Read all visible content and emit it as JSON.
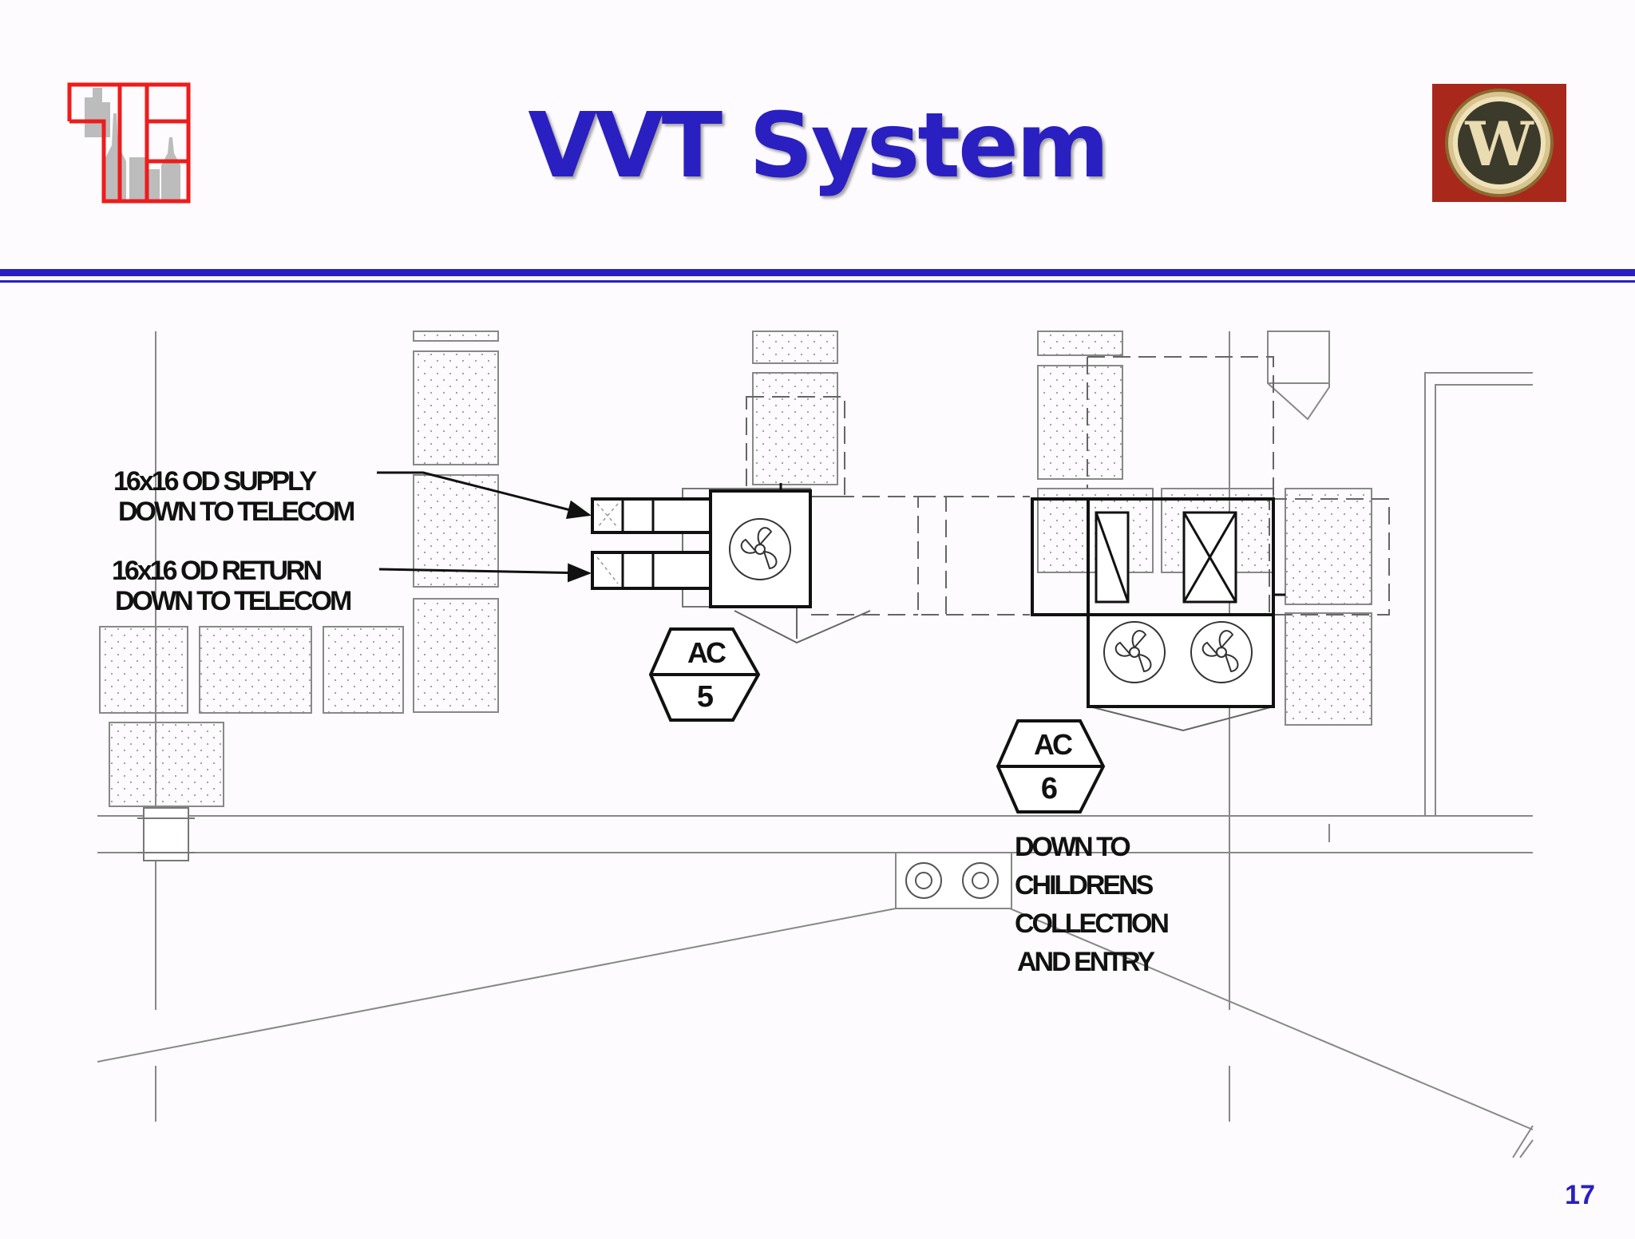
{
  "slide": {
    "title": "VVT System",
    "page_number": "17"
  },
  "colors": {
    "title": "#2a1fc0",
    "rule": "#2a1fc0",
    "left_logo_outline": "#ee1c1c",
    "right_logo_background": "#a8281c",
    "right_logo_medallion": "#c8b27a"
  },
  "logos": {
    "left": {
      "icon": "skyline-grid-logo"
    },
    "right": {
      "icon": "w-medallion-logo",
      "text": "W"
    }
  },
  "diagram": {
    "callouts": {
      "supply": [
        "16x16 OD SUPPLY",
        "DOWN TO TELECOM"
      ],
      "return": [
        "16x16 OD RETURN",
        "DOWN TO TELECOM"
      ],
      "ac6_note": [
        "DOWN TO",
        "CHILDRENS",
        "COLLECTION",
        "AND ENTRY"
      ]
    },
    "tags": [
      {
        "top": "AC",
        "bottom": "5"
      },
      {
        "top": "AC",
        "bottom": "6"
      }
    ]
  }
}
